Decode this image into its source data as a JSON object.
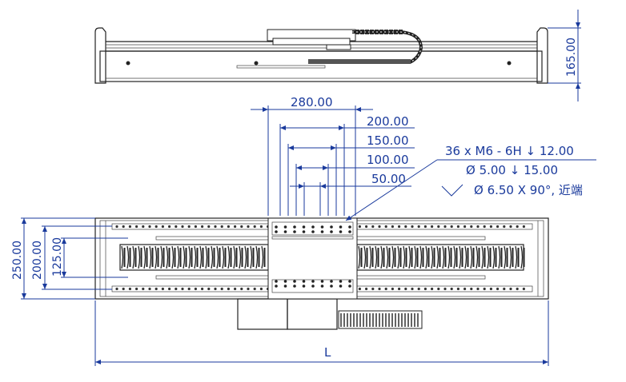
{
  "drawing": {
    "side_view": {
      "height_label": "165.00"
    },
    "top_view": {
      "stroke_labels": [
        "280.00",
        "200.00",
        "150.00",
        "100.00",
        "50.00"
      ],
      "width_labels": [
        "250.00",
        "200.00",
        "125.00"
      ],
      "length_label": "L"
    },
    "hole_note": {
      "line1": "36 x  M6 - 6H ↓ 12.00",
      "line2": "Ø 5.00 ↓ 15.00",
      "line3": "Ø 6.50 X 90°, 近端"
    }
  }
}
